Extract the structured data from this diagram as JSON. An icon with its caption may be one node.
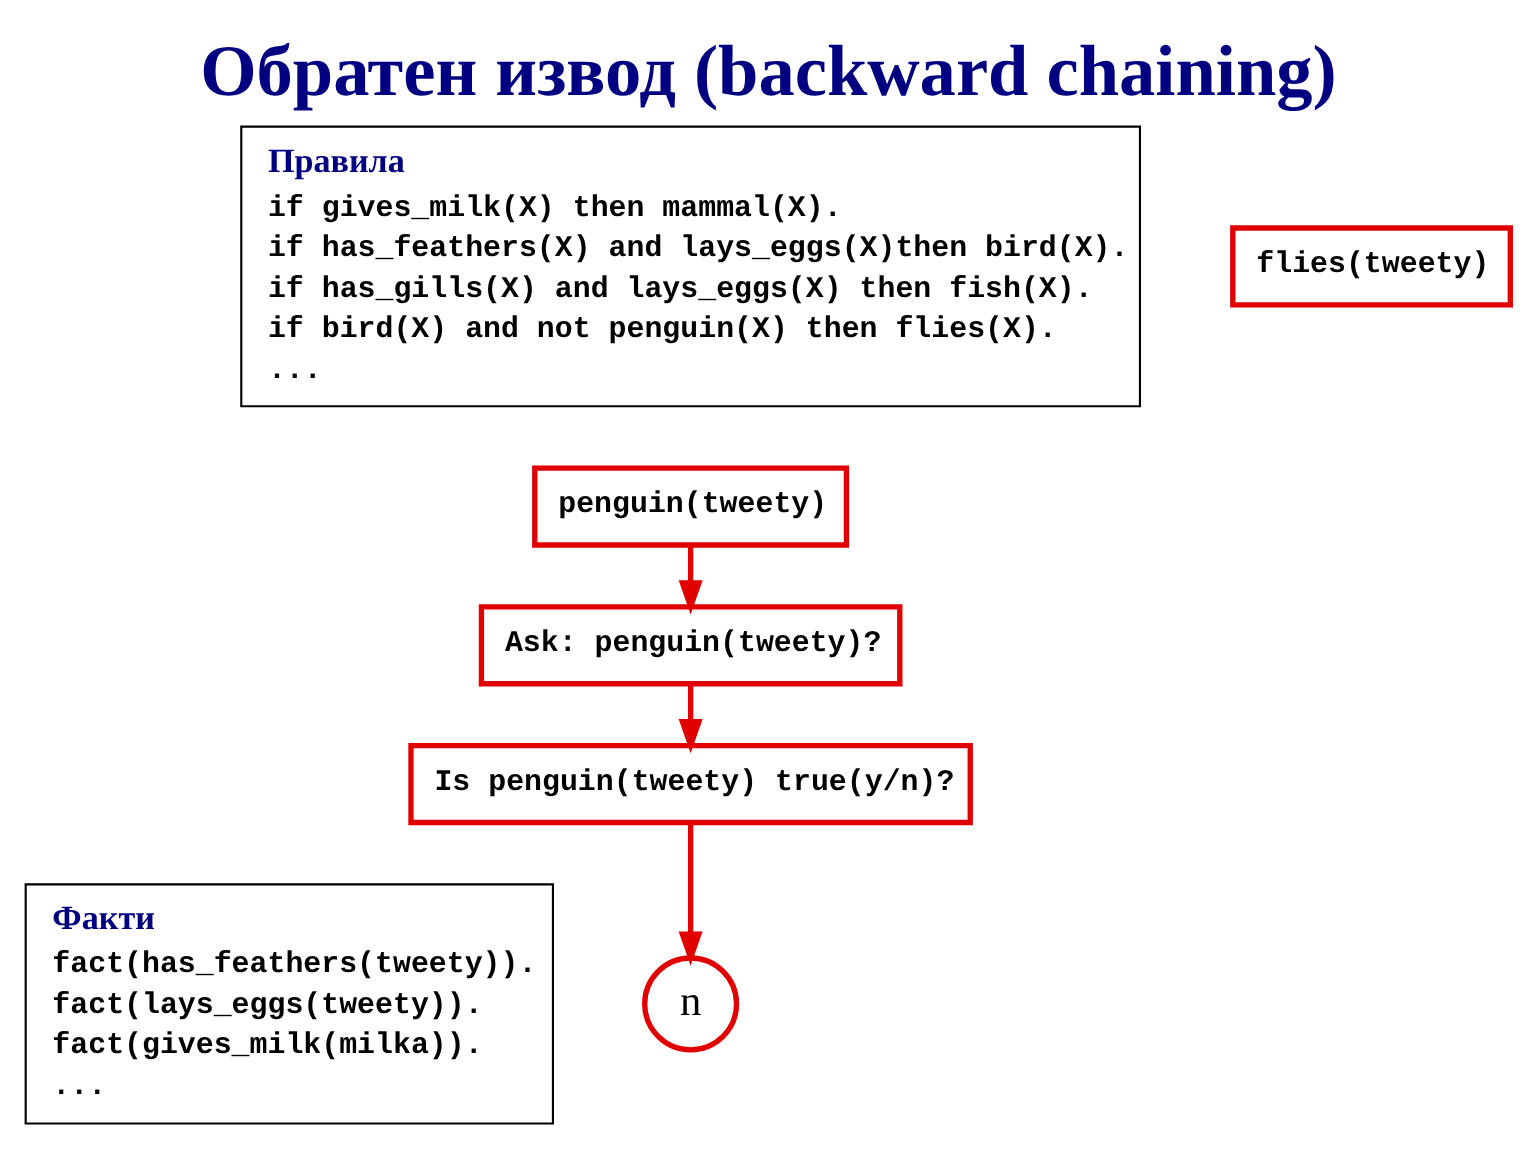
{
  "diagram": {
    "title": "Обратен извод (backward chaining)",
    "nodes": [
      {
        "text": [
          "Правила",
          "if gives_milk(X) then mammal(X).",
          "if has_feathers(X) and lays_eggs(X)then bird(X).",
          "if has_gills(X) and lays_eggs(X) then fish(X).",
          "if bird(X) and not penguin(X) then flies(X).",
          "..."
        ]
      },
      {
        "text": [
          "Факти",
          "fact(has_feathers(tweety)).",
          "fact(lays_eggs(tweety)).",
          "fact(gives_milk(milka)).",
          "..."
        ]
      },
      {
        "text": [
          "flies(tweety)"
        ]
      },
      {
        "text": [
          "penguin(tweety)"
        ]
      },
      {
        "text": [
          "Ask: penguin(tweety)?"
        ]
      },
      {
        "text": [
          "Is penguin(tweety) true(y/n)?"
        ]
      },
      {
        "text": [
          "n"
        ]
      }
    ],
    "edges": [
      {
        "from": 3,
        "to": 4,
        "arrow": "to"
      },
      {
        "from": 4,
        "to": 5,
        "arrow": "to"
      },
      {
        "from": 5,
        "to": 6,
        "arrow": "to"
      }
    ]
  }
}
